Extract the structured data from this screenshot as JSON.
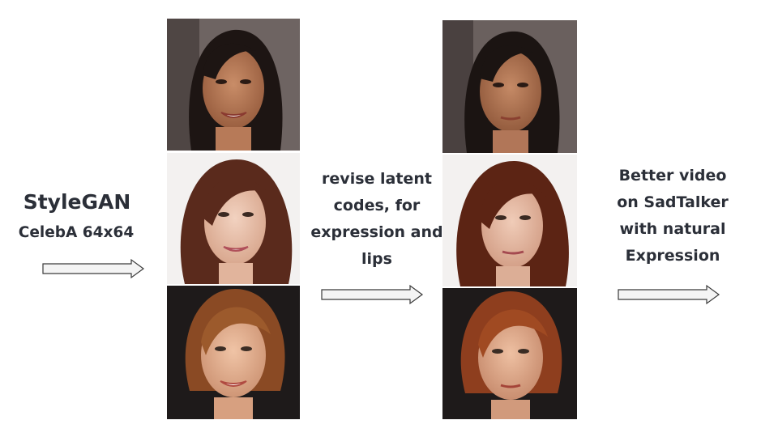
{
  "left_label": {
    "title": "StyleGAN",
    "subtitle": "CelebA 64x64"
  },
  "middle_label": {
    "lines": [
      "revise latent",
      "codes, for",
      "expression and",
      "lips"
    ]
  },
  "right_label": {
    "lines": [
      "Better video",
      "on SadTalker",
      "with natural",
      "Expression"
    ]
  },
  "images": {
    "original": [
      "woman-dark-hair-smiling",
      "woman-auburn-hair-smiling",
      "woman-short-auburn-hair-smiling"
    ],
    "revised": [
      "woman-dark-hair-neutral",
      "woman-auburn-hair-neutral",
      "woman-short-auburn-hair-neutral"
    ]
  },
  "colors": {
    "text": "#2b2f38",
    "arrow_fill": "#f4f4f4",
    "arrow_stroke": "#3a3a3a"
  }
}
